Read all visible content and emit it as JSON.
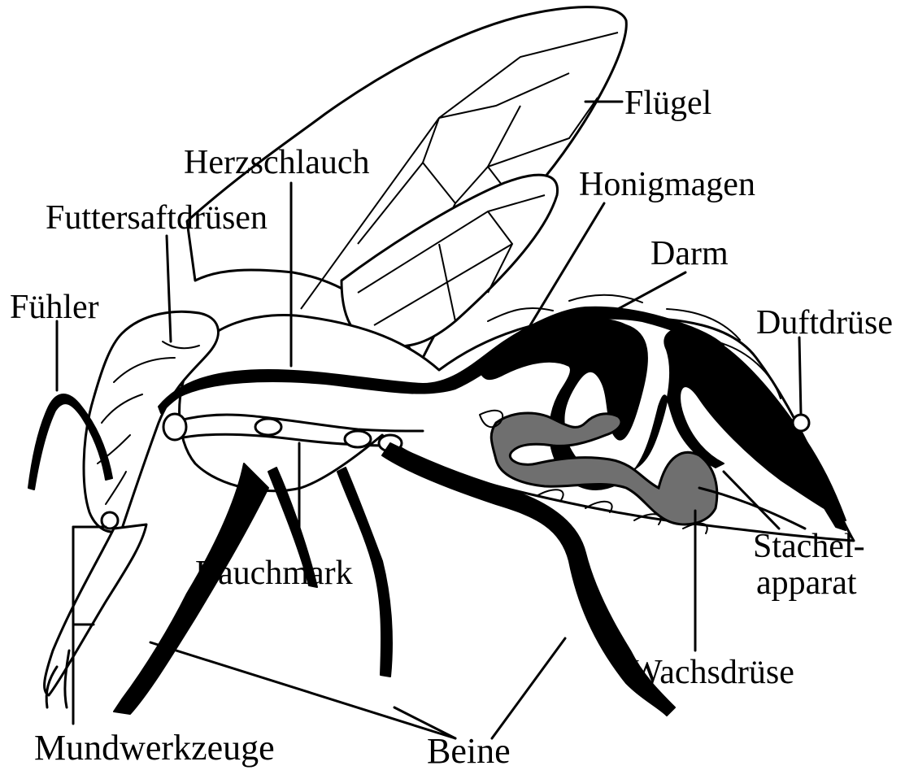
{
  "labels": {
    "fluegel": "Flügel",
    "herzschlauch": "Herzschlauch",
    "honigmagen": "Honigmagen",
    "futtersaftdruesen": "Futtersaftdrüsen",
    "darm": "Darm",
    "fuehler": "Fühler",
    "duftdruese": "Duftdrüse",
    "stachel_line1": "Stachel-",
    "stachel_line2": "apparat",
    "bauchmark": "Bauchmark",
    "wachsdruese": "Wachsdrüse",
    "mundwerkzeuge": "Mundwerkzeuge",
    "beine": "Beine"
  }
}
